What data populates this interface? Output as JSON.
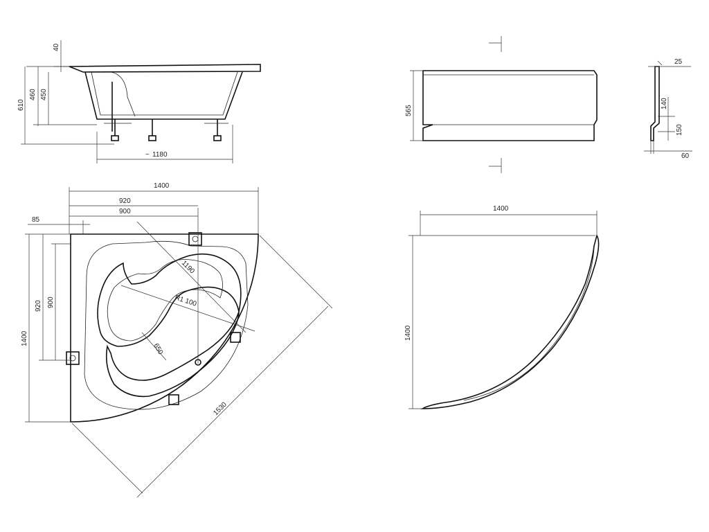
{
  "side_view": {
    "rim_height": "40",
    "depth_total": "460",
    "depth_inner": "450",
    "height_total": "610",
    "length_bottom": "1180"
  },
  "panel_front": {
    "height": "565"
  },
  "panel_profile": {
    "top": "25",
    "mid": "140",
    "lower": "150",
    "foot": "60"
  },
  "top_view": {
    "width": "1400",
    "width_920": "920",
    "width_900": "900",
    "offset_85": "85",
    "height": "1400",
    "height_920": "920",
    "height_900": "900",
    "diagonal_1190": "1190",
    "radius": "R1 100",
    "inner_650": "650",
    "diagonal_1530": "1530"
  },
  "panel_top": {
    "width": "1400",
    "height": "1400"
  }
}
